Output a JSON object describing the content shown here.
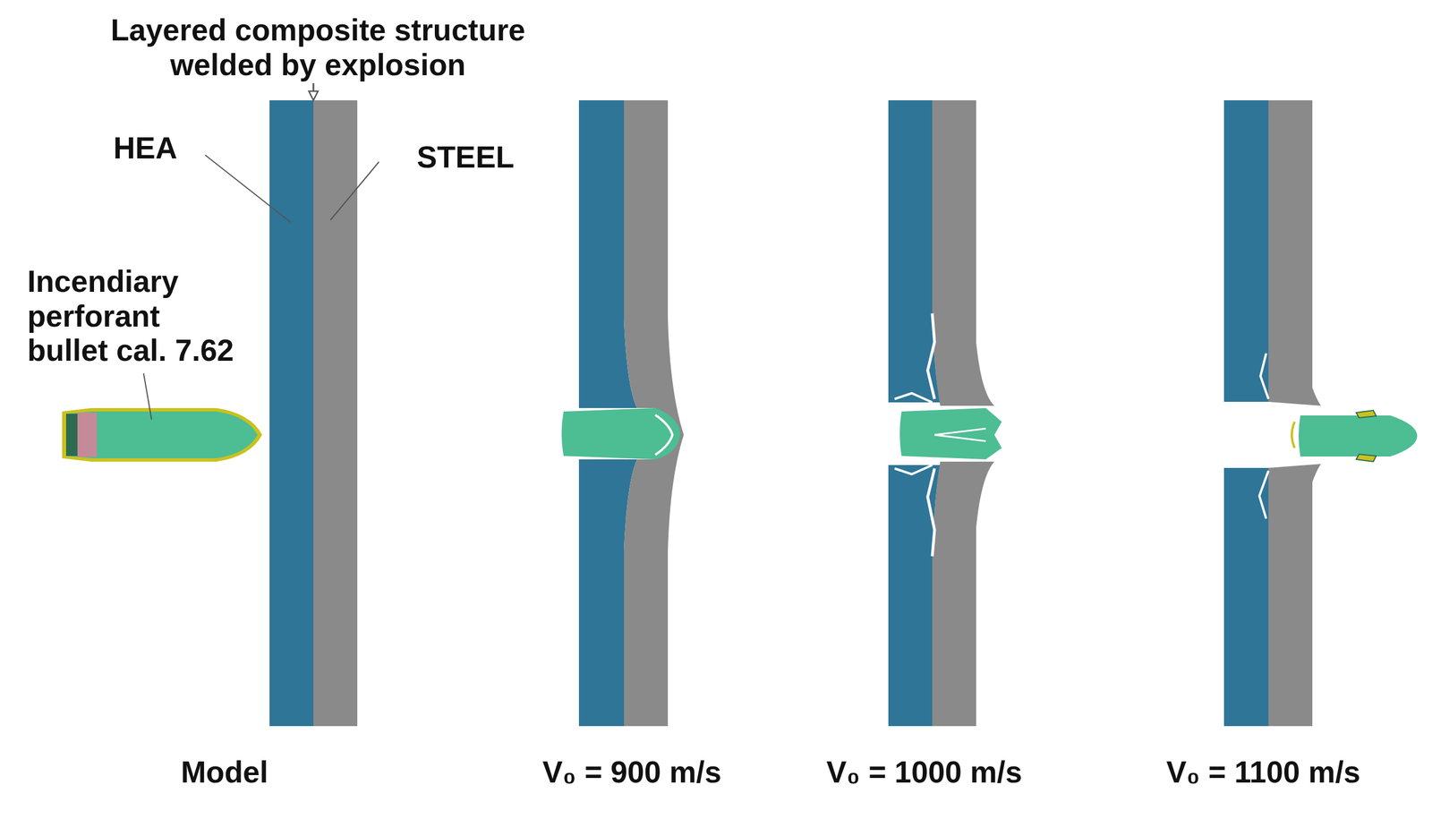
{
  "diagram": {
    "labels": [
      "Layered composite structure welded by explosion",
      "HEA",
      "STEEL",
      "Incendiary perforant bullet cal. 7.62",
      "Model",
      "V₀ = 900 m/s",
      "V₀ = 1000 m/s",
      "V₀ = 1100 m/s"
    ]
  }
}
